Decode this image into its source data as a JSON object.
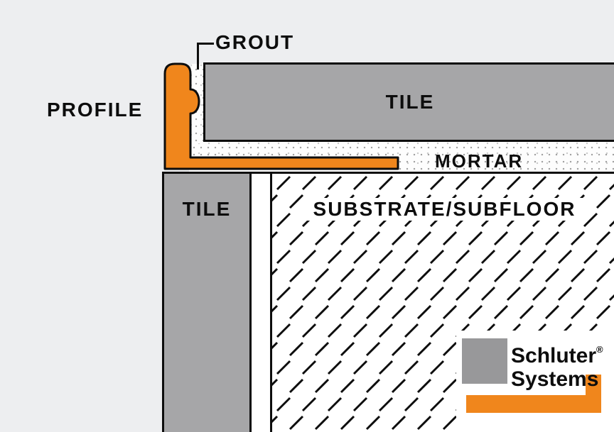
{
  "diagram": {
    "labels": {
      "grout": "GROUT",
      "profile": "PROFILE",
      "tile_top": "TILE",
      "tile_left": "TILE",
      "mortar": "MORTAR",
      "substrate": "SUBSTRATE/SUBFLOOR"
    },
    "logo": {
      "line1": "Schluter",
      "registered": "®",
      "line2": "Systems"
    },
    "colors": {
      "orange": "#f0861c",
      "tile_gray": "#a6a6a8",
      "logo_gray": "#98989a",
      "background": "#edeef0",
      "ink": "#0d0d0d"
    }
  }
}
